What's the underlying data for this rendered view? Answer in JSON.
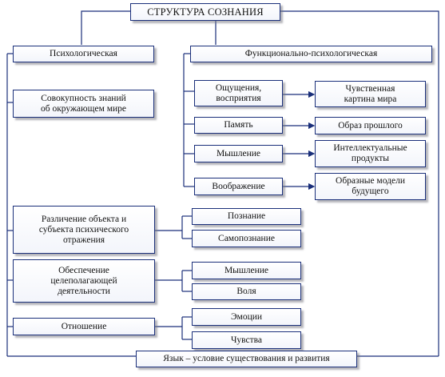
{
  "title": "СТРУКТУРА СОЗНАНИЯ",
  "left": {
    "header": "Психологическая",
    "knowledge": "Совокупность знаний\nоб окружающем мире",
    "distinction": "Различение объекта и\nсубъекта психического\nотражения",
    "goal": "Обеспечение\nцелеполагающей\nдеятельности",
    "attitude": "Отношение"
  },
  "left_children": {
    "cognition": "Познание",
    "self_cognition": "Самопознание",
    "thinking": "Мышление",
    "will": "Воля",
    "emotions": "Эмоции",
    "feelings": "Чувства"
  },
  "right": {
    "header": "Функционально-психологическая",
    "sensations": "Ощущения,\nвосприятия",
    "memory": "Память",
    "thinking": "Мышление",
    "imagination": "Воображение"
  },
  "right_results": {
    "sensory_picture": "Чувственная\nкартина мира",
    "past_image": "Образ прошлого",
    "intellectual": "Интеллектуальные\nпродукты",
    "future_models": "Образные модели\nбудущего"
  },
  "footer": "Язык – условие существования и развития",
  "colors": {
    "border": "#1a2f7a",
    "line": "#1a2f7a",
    "shadow": "#787882"
  }
}
